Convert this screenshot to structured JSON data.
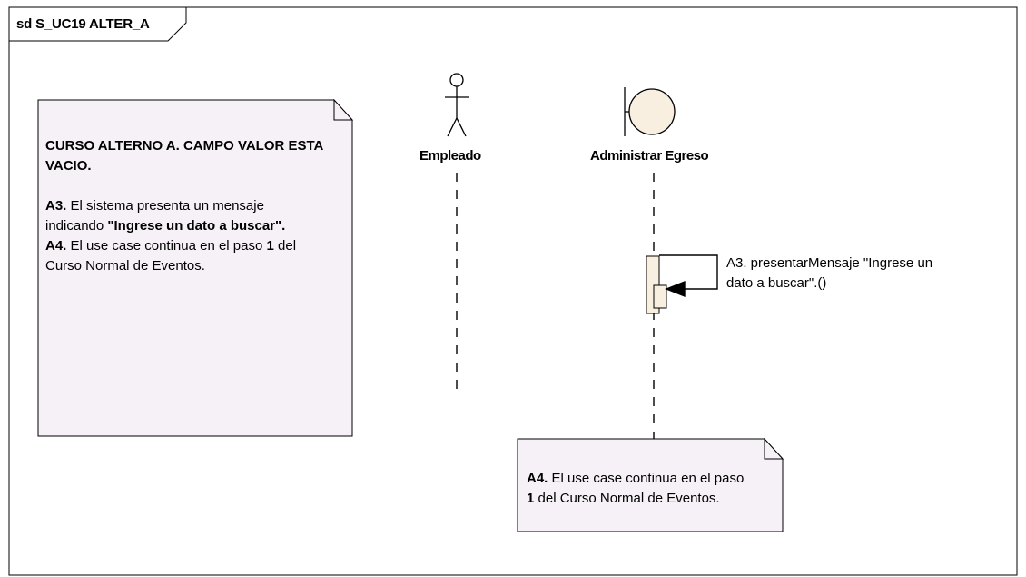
{
  "frame": {
    "title": "sd S_UC19 ALTER_A"
  },
  "note_left": {
    "heading": "CURSO ALTERNO A. CAMPO VALOR ESTA VACIO.",
    "heading_line1": "CURSO ALTERNO A. CAMPO VALOR ESTA",
    "heading_line2": "VACIO.",
    "a3_tag": "A3.",
    "a3_text1": " El sistema presenta un mensaje",
    "a3_text2a": "indicando ",
    "a3_text2b": "\"Ingrese un dato a buscar\".",
    "a4_tag": "A4.",
    "a4_text1a": "  El use case continua en el paso ",
    "a4_step": "1",
    "a4_text1b": " del",
    "a4_text2": "Curso Normal de Eventos."
  },
  "lifelines": {
    "actor": {
      "name": "Empleado",
      "icon": "actor-stick-figure-icon"
    },
    "boundary": {
      "name": "Administrar Egreso",
      "icon": "boundary-icon"
    }
  },
  "message": {
    "line1": "A3. presentarMensaje \"Ingrese un",
    "line2": "dato a buscar\".()"
  },
  "note_bottom": {
    "a4_tag": "A4.",
    "text1": "  El use case continua en el paso",
    "step": "1",
    "text2": " del Curso Normal de Eventos."
  },
  "colors": {
    "note_fill": "#f6f1f6",
    "boundary_fill": "#f8efe0",
    "activation_fill": "#f8efe0",
    "line": "#000000"
  }
}
